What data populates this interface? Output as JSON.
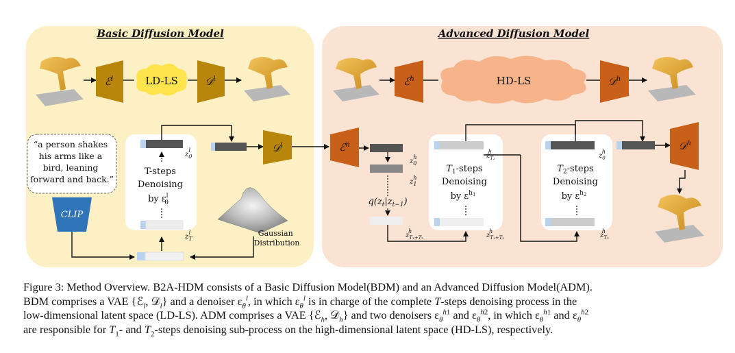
{
  "panels": {
    "basic_title": "Basic Diffusion Model",
    "advanced_title": "Advanced Diffusion Model"
  },
  "top_row": {
    "encoder_l": "ℰ",
    "encoder_l_sup": "l",
    "ld_ls": "LD-LS",
    "decoder_l": "𝒟",
    "decoder_l_sup": "l",
    "encoder_h": "ℰ",
    "encoder_h_sup": "h",
    "hd_ls": "HD-LS",
    "decoder_h": "𝒟",
    "decoder_h_sup": "h"
  },
  "bdm": {
    "prompt": "“a person shakes his arms like a bird, leaning forward and back.”",
    "prompt_lines": [
      "“a person shakes",
      "his arms like a",
      "bird, leaning",
      "forward and back.”"
    ],
    "clip": "CLIP",
    "denoise_lines": [
      "T-steps",
      "Denoising",
      "by ε"
    ],
    "denoise_sub": "θ",
    "denoise_sup": "l",
    "z0": "z",
    "z0_sub": "0",
    "z0_sup": "l",
    "zT": "z",
    "zT_sub": "T",
    "zT_sup": "l",
    "gaussian_lines": [
      "Gaussian",
      "Distribution"
    ],
    "decoder": "𝒟",
    "decoder_sup": "l"
  },
  "adm": {
    "encoder": "ℰ",
    "encoder_sup": "h",
    "q_label": "q(z",
    "q_mid": "t",
    "q_bar": "|z",
    "q_end": "t−1",
    "z0h": "z",
    "z1h": "z",
    "zT1T2": "z",
    "t1_lines": [
      "T",
      "-steps",
      "Denoising",
      "by ε"
    ],
    "t1_sub": "1",
    "t1_eps_sup": "h",
    "t1_eps_sup_sub": "1",
    "t2_lines": [
      "T",
      "-steps",
      "Denoising",
      "by ε"
    ],
    "t2_sub": "2",
    "t2_eps_sup": "h",
    "t2_eps_sup_sub": "2",
    "z_T2": "z",
    "decoder": "𝒟",
    "decoder_sup": "h"
  },
  "caption": {
    "label": "Figure 3:",
    "title": "Method Overview.",
    "line1": "B2A-HDM consists of a Basic Diffusion Model(BDM) and an Advanced Diffusion Model(ADM).",
    "line2a": "BDM comprises a VAE {ℰ",
    "line2b": ", 𝒟",
    "line2c": "} and a denoiser ε",
    "line2d": ", in which ε",
    "line2e": " is in charge of the complete ",
    "line2f": "T",
    "line2g": "-steps denoising process in the",
    "line3a": "low-dimensional latent space (LD-LS). ADM comprises a VAE {ℰ",
    "line3b": ", 𝒟",
    "line3c": "} and two denoisers ε",
    "line3d": " and ε",
    "line3e": ", in which ε",
    "line3f": " and ε",
    "line4a": "are responsible for ",
    "line4b": "T",
    "line4c": "- and ",
    "line4d": "T",
    "line4e": "-steps denoising sub-process on the high-dimensional latent space (HD-LS), respectively."
  }
}
